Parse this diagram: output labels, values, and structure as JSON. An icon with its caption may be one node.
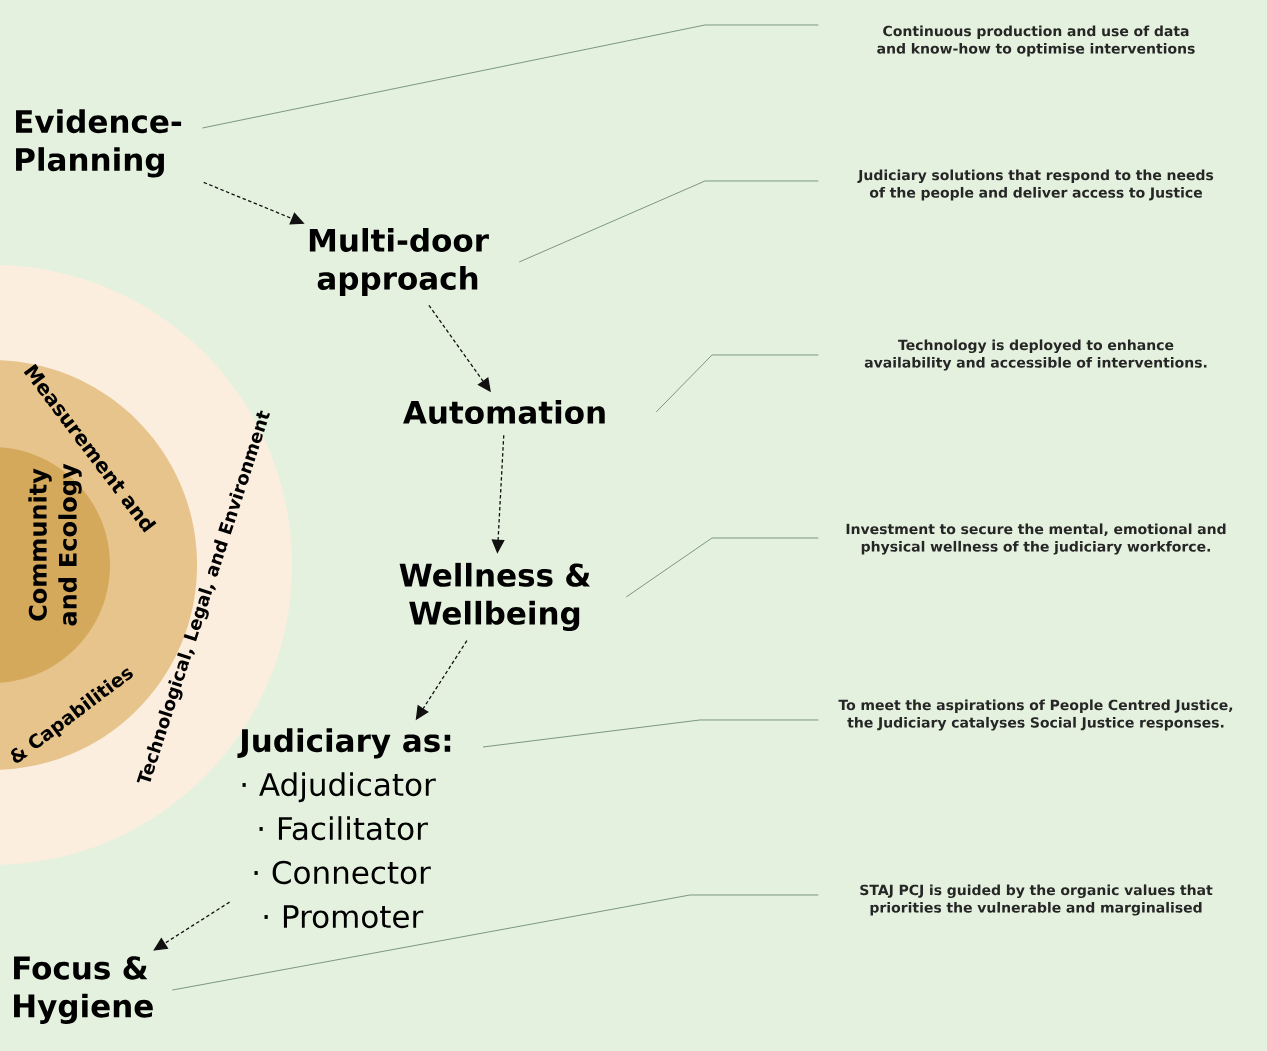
{
  "diagram": {
    "nodes": [
      {
        "text": [
          "Evidence- Planning"
        ]
      },
      {
        "text": [
          "Multi-door approach"
        ]
      },
      {
        "text": [
          "Automation"
        ]
      },
      {
        "text": [
          "Wellness & Wellbeing"
        ]
      },
      {
        "text": [
          "Judiciary as:",
          "· Adjudicator",
          "· Facilitator",
          "· Connector",
          "· Promoter"
        ]
      },
      {
        "text": [
          "Focus & Hygiene"
        ]
      },
      {
        "text": [
          "Continuous production and use of data and know-how to optimise interventions"
        ]
      },
      {
        "text": [
          "Judiciary solutions that respond to the needs of the people and deliver access to Justice"
        ]
      },
      {
        "text": [
          "Technology is deployed to enhance availability and accessible of interventions."
        ]
      },
      {
        "text": [
          "Investment to secure the mental, emotional and physical wellness of the judiciary workforce."
        ]
      },
      {
        "text": [
          "To meet the aspirations of People Centred Justice, the Judiciary catalyses Social Justice responses."
        ]
      },
      {
        "text": [
          "STAJ PCJ is guided by the organic values that priorities the vulnerable and marginalised"
        ]
      }
    ],
    "edges": [
      {
        "from": 0,
        "to": 1,
        "arrow": "to",
        "style": "dashed",
        "color": "#111111"
      },
      {
        "from": 1,
        "to": 2,
        "arrow": "to",
        "style": "dashed",
        "color": "#111111"
      },
      {
        "from": 2,
        "to": 3,
        "arrow": "to",
        "style": "dashed",
        "color": "#111111"
      },
      {
        "from": 3,
        "to": 4,
        "arrow": "to",
        "style": "dashed",
        "color": "#111111"
      },
      {
        "from": 4,
        "to": 5,
        "arrow": "to",
        "style": "dashed",
        "color": "#111111"
      },
      {
        "from": 0,
        "to": 6,
        "arrow": "none"
      },
      {
        "from": 1,
        "to": 7,
        "arrow": "none"
      },
      {
        "from": 2,
        "to": 8,
        "arrow": "none"
      },
      {
        "from": 3,
        "to": 9,
        "arrow": "none"
      },
      {
        "from": 4,
        "to": 10,
        "arrow": "none"
      },
      {
        "from": 5,
        "to": 11,
        "arrow": "none"
      }
    ],
    "labels": [
      "Measurement and",
      "Community and Ecology",
      "& Capabilities",
      "Technological, Legal, and Environment"
    ]
  }
}
